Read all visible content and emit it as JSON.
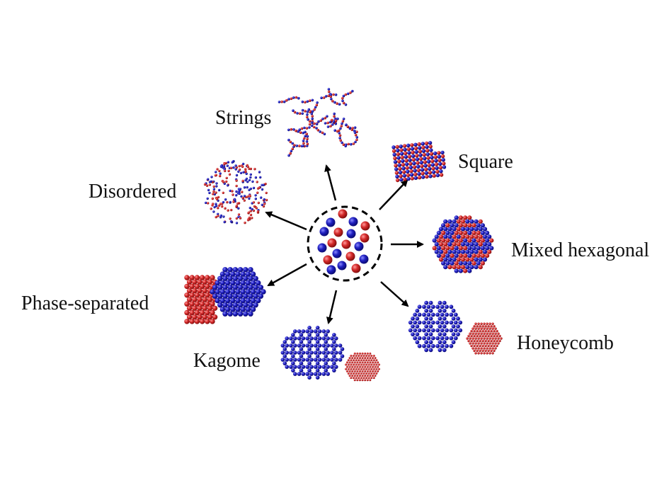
{
  "colors": {
    "red": "#c81e1e",
    "blue": "#1a1aa8",
    "arrow": "#000000",
    "text": "#111111"
  },
  "center": {
    "description_icon": "dashed-circle-mixture-icon"
  },
  "phases": [
    {
      "key": "strings",
      "label": "Strings"
    },
    {
      "key": "square",
      "label": "Square"
    },
    {
      "key": "disordered",
      "label": "Disordered"
    },
    {
      "key": "mixed_hexagonal",
      "label": "Mixed hexagonal"
    },
    {
      "key": "phase_separated",
      "label": "Phase-separated"
    },
    {
      "key": "honeycomb",
      "label": "Honeycomb"
    },
    {
      "key": "kagome",
      "label": "Kagome"
    }
  ]
}
